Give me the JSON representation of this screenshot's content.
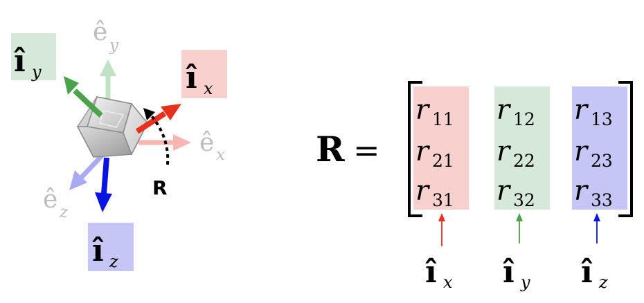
{
  "colors": {
    "red_axis": "#e8301f",
    "green_axis": "#4aa34a",
    "blue_axis": "#0a14e0",
    "red_fill": "#f8d0ce",
    "green_fill": "#d6e9d8",
    "blue_fill": "#c6c6f6",
    "faded_label": "#bdbdbd",
    "faded_red_arrow": "#f6b7b3",
    "faded_green_arrow": "#bfe3c3",
    "faded_blue_arrow": "#a9a9f4"
  },
  "left_frame": {
    "world_axis_labels": {
      "x": {
        "base": "ê",
        "sub": "x"
      },
      "y": {
        "base": "ê",
        "sub": "y"
      },
      "z": {
        "base": "ê",
        "sub": "z"
      }
    },
    "body_axis_labels": {
      "x": {
        "base": "î",
        "sub": "x"
      },
      "y": {
        "base": "î",
        "sub": "y"
      },
      "z": {
        "base": "î",
        "sub": "z"
      }
    },
    "rotation_label": "R"
  },
  "equation": {
    "lhs": "R",
    "equals": "=",
    "matrix": [
      [
        {
          "base": "r",
          "sub": "11"
        },
        {
          "base": "r",
          "sub": "12"
        },
        {
          "base": "r",
          "sub": "13"
        }
      ],
      [
        {
          "base": "r",
          "sub": "21"
        },
        {
          "base": "r",
          "sub": "22"
        },
        {
          "base": "r",
          "sub": "23"
        }
      ],
      [
        {
          "base": "r",
          "sub": "31"
        },
        {
          "base": "r",
          "sub": "32"
        },
        {
          "base": "r",
          "sub": "33"
        }
      ]
    ],
    "column_labels": [
      {
        "base": "î",
        "sub": "x"
      },
      {
        "base": "î",
        "sub": "y"
      },
      {
        "base": "î",
        "sub": "z"
      }
    ]
  }
}
